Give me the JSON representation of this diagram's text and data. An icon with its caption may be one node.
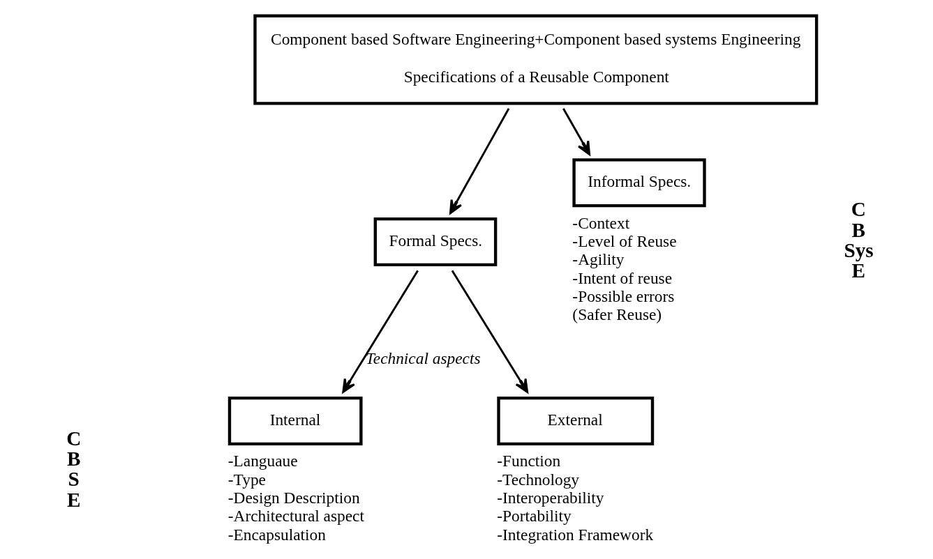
{
  "diagram": {
    "nodes": [
      {
        "text": [
          "Component based Software Engineering+Component based systems Engineering",
          "Specifications of a Reusable Component"
        ]
      },
      {
        "text": [
          "Formal Specs."
        ]
      },
      {
        "text": [
          "Informal Specs."
        ],
        "beside": [
          "-Context",
          "-Level of Reuse",
          "-Agility",
          "-Intent of reuse",
          "-Possible errors",
          "(Safer Reuse)"
        ]
      },
      {
        "text": [
          "Internal"
        ],
        "beside": [
          "-Languaue",
          "-Type",
          "-Design Description",
          "-Architectural aspect",
          "-Encapsulation"
        ]
      },
      {
        "text": [
          "External"
        ],
        "beside": [
          "-Function",
          "-Technology",
          "-Interoperability",
          "-Portability",
          "-Integration Framework"
        ]
      }
    ],
    "edges": [
      {
        "from": 0,
        "to": 1,
        "arrow": "to"
      },
      {
        "from": 0,
        "to": 2,
        "arrow": "to"
      },
      {
        "from": 1,
        "to": 3,
        "arrow": "to",
        "label": "Technical aspects"
      },
      {
        "from": 1,
        "to": 4,
        "arrow": "to"
      }
    ],
    "labels": [
      "C B S E",
      "C B Sys E"
    ]
  }
}
